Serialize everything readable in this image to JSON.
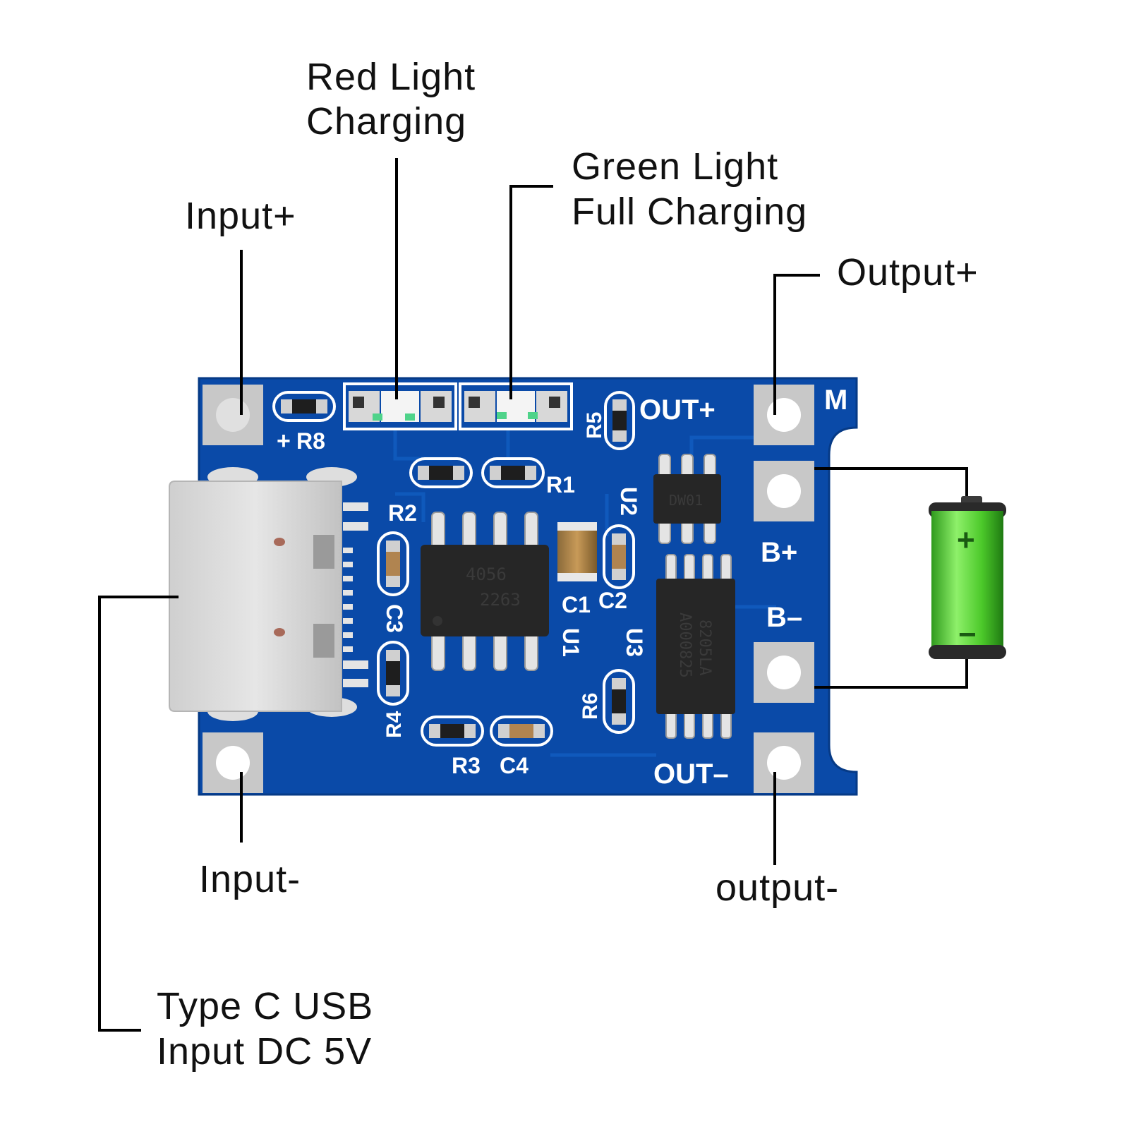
{
  "callouts": {
    "red_light": [
      "Red  Light",
      "Charging"
    ],
    "green_light": [
      "Green  Light",
      "Full  Charging"
    ],
    "input_plus": "Input+",
    "output_plus": "Output+",
    "input_minus": "Input-",
    "output_minus": "output-",
    "usb": [
      "Type  C  USB",
      "Input  DC  5V"
    ]
  },
  "silkscreen": {
    "plus": "+",
    "r8": "R8",
    "r5": "R5",
    "out_plus": "OUT+",
    "m": "M",
    "r1": "R1",
    "r2": "R2",
    "u2": "U2",
    "b_plus": "B+",
    "b_minus": "B–",
    "c1": "C1",
    "c2": "C2",
    "c3": "C3",
    "u1": "U1",
    "u3": "U3",
    "r6": "R6",
    "r4": "R4",
    "r3": "R3",
    "c4": "C4",
    "out_minus": "OUT–"
  },
  "chips": {
    "u1_line1": "4056",
    "u1_line2": "2263",
    "u2_mark": "DW01",
    "u3_line1": "8205LA",
    "u3_line2": "A000825"
  },
  "battery": {
    "plus": "+",
    "minus": "−"
  },
  "colors": {
    "pcb": "#0a4aa8",
    "pad": "#c8c8c8",
    "usb_shell": "#d4d4d4",
    "battery_green": "#5fd33a",
    "silkscreen": "#ffffff"
  }
}
